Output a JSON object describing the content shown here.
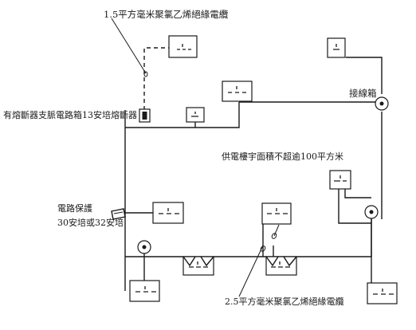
{
  "labels": {
    "cable_top": "1.5平方毫米聚氯乙烯絕緣電纜",
    "fuse_box": "有熔斷器支脈電路箱13安培熔斷器",
    "junction_box": "接線箱",
    "floor_area": "供電樓宇面積不超逾100平方米",
    "protection_line1": "電路保護",
    "protection_line2": "30安培或32安培",
    "cable_bottom": "2.5平方毫米聚氯乙烯絕緣電纜"
  },
  "colors": {
    "ink": "#1a1a1a",
    "background": "#ffffff"
  }
}
